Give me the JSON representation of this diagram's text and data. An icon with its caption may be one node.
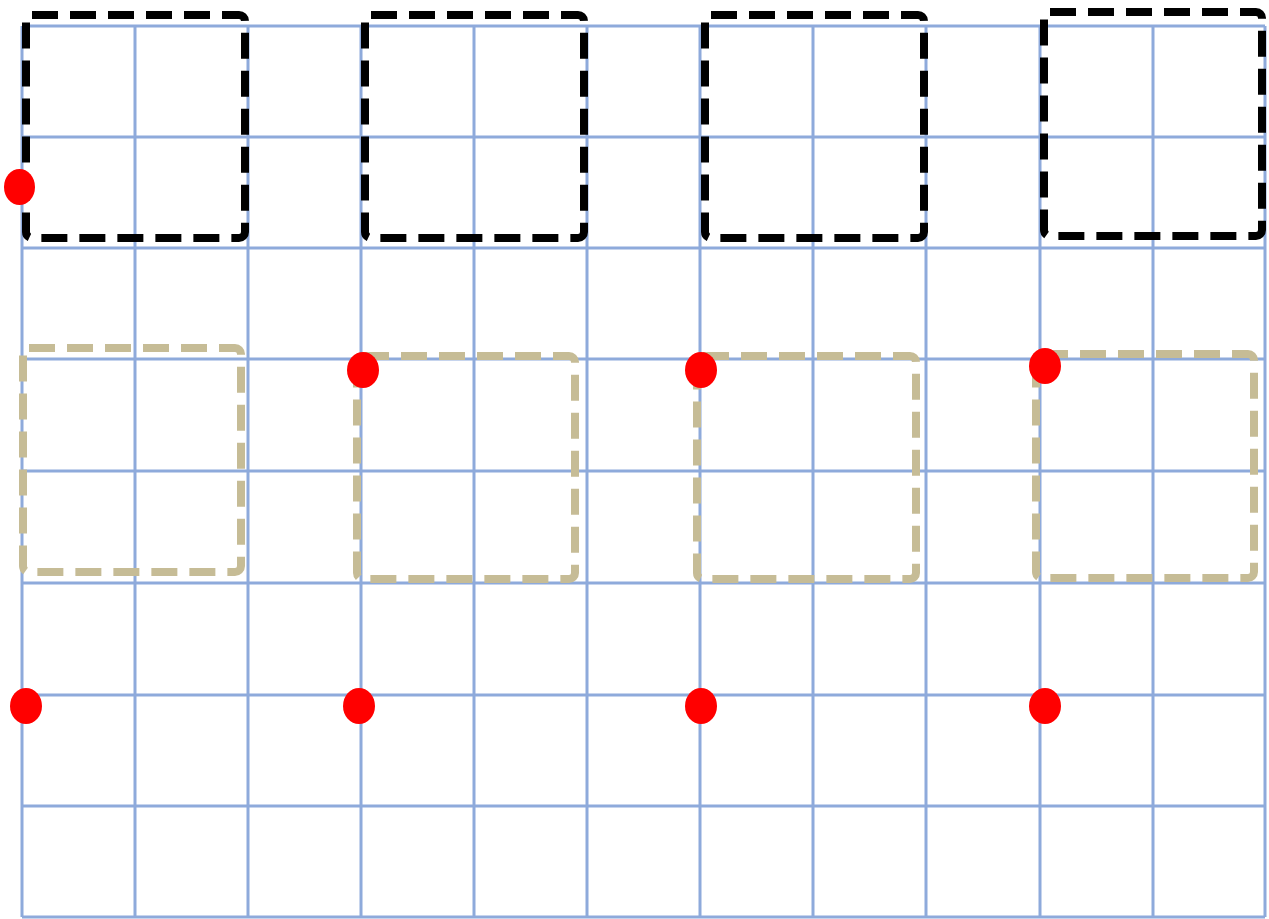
{
  "diagram": {
    "nodes": [
      {
        "text": [],
        "shape": "box"
      },
      {
        "text": [],
        "shape": "box"
      },
      {
        "text": [],
        "shape": "box"
      },
      {
        "text": [],
        "shape": "box"
      },
      {
        "text": [],
        "shape": "circle"
      },
      {
        "text": [],
        "shape": "box"
      },
      {
        "text": [],
        "shape": "box"
      },
      {
        "text": [],
        "shape": "box"
      },
      {
        "text": [],
        "shape": "box"
      },
      {
        "text": [],
        "shape": "circle"
      },
      {
        "text": [],
        "shape": "circle"
      },
      {
        "text": [],
        "shape": "circle"
      },
      {
        "text": [],
        "shape": "circle"
      },
      {
        "text": [],
        "shape": "circle"
      },
      {
        "text": [],
        "shape": "circle"
      },
      {
        "text": [],
        "shape": "circle"
      }
    ]
  }
}
